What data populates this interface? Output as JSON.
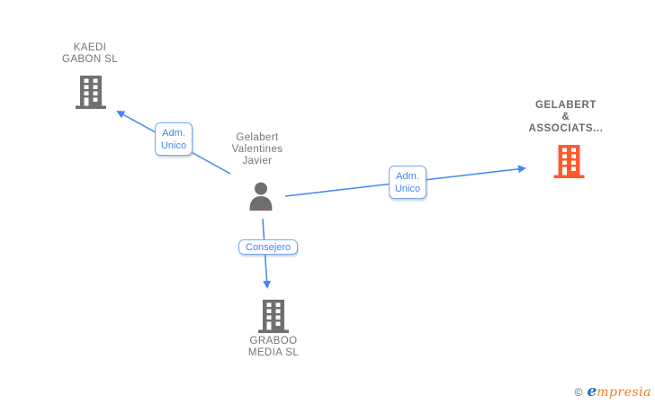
{
  "colors": {
    "accent_blue": "#4285F4",
    "label_border_blue": "#79A9F0",
    "node_gray": "#757575",
    "icon_gray": "#6F6F6F",
    "highlight_orange": "#FF5A2D",
    "bold_gray": "#6B6B6B",
    "logo_copyright_teal": "#3C7086",
    "logo_e_blue": "#1E6FBF",
    "logo_name_orange": "#EF7D1A"
  },
  "nodes": {
    "person": {
      "label": "Gelabert\nValentines\nJavier",
      "type": "person"
    },
    "kaedi": {
      "label": "KAEDI\nGABON SL",
      "type": "company"
    },
    "gelabert_associats": {
      "label": "GELABERT\n&\nASSOCIATS...",
      "type": "company-highlighted"
    },
    "graboo": {
      "label": "GRABOO\nMEDIA SL",
      "type": "company"
    }
  },
  "edges": {
    "person_to_kaedi": {
      "label": "Adm.\nUnico"
    },
    "person_to_gelabert": {
      "label": "Adm.\nUnico"
    },
    "person_to_graboo": {
      "label": "Consejero"
    }
  },
  "footer": {
    "copyright": "©",
    "logo_first": "e",
    "logo_rest": "mpresia"
  }
}
